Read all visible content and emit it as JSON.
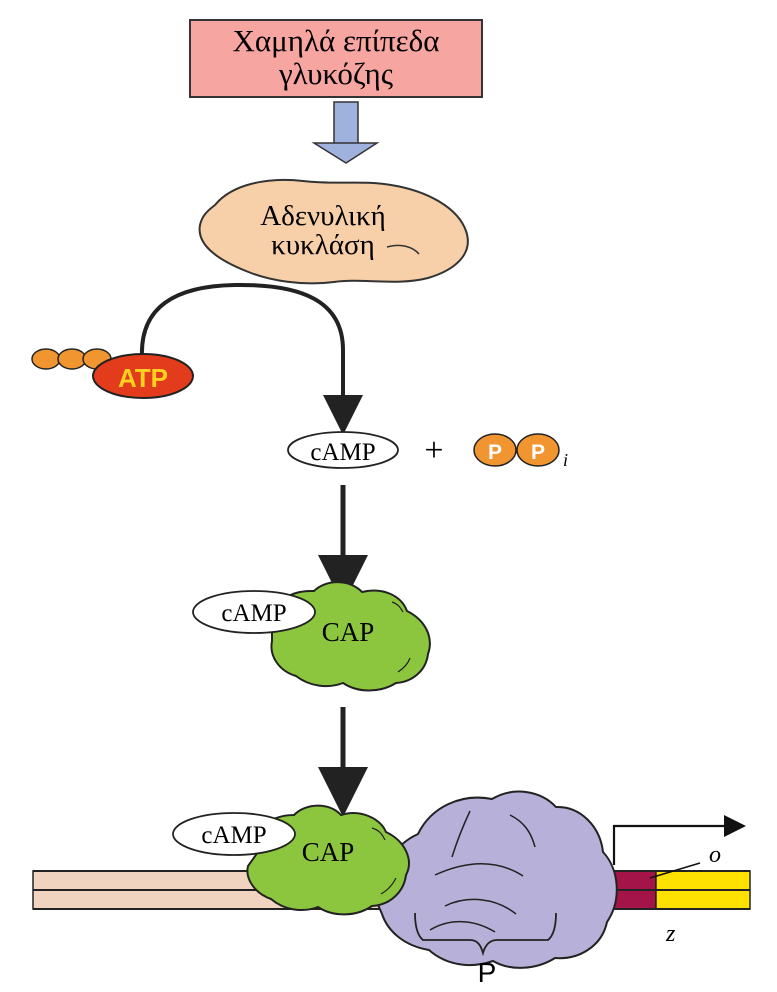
{
  "colors": {
    "glucose_box_fill": "#f7a5a0",
    "arrow_blue": "#9fb2de",
    "adenylate_fill": "#f7cfa8",
    "atp_orange": "#f0952f",
    "atp_red": "#e33c1d",
    "cap_green": "#8cc63f",
    "rna_polymerase": "#b7b0d8",
    "dna_beige": "#f0d4c0",
    "dna_maroon": "#a51449",
    "dna_yellow": "#ffe100",
    "dna_lavender": "#a9a2d4"
  },
  "labels": {
    "glucose_line1": "Χαμηλά επίπεδα",
    "glucose_line2": "γλυκόζης",
    "adenylate_line1": "Αδενυλική",
    "adenylate_line2": "κυκλάση",
    "atp": "ATP",
    "camp": "cAMP",
    "plus": "+",
    "p1": "P",
    "p2": "P",
    "pi_subscript": "i",
    "camp_cap_1": "cAMP",
    "cap_1": "CAP",
    "camp_cap_2": "cAMP",
    "cap_2": "CAP",
    "operator_o": "o",
    "gene_z": "z",
    "promoter_p": "P"
  },
  "icons": {
    "atp_phosphates": "three-phosphate-beads-icon",
    "pi_beads": "two-phosphate-beads-icon",
    "transcription_start": "right-angle-arrow-icon"
  }
}
